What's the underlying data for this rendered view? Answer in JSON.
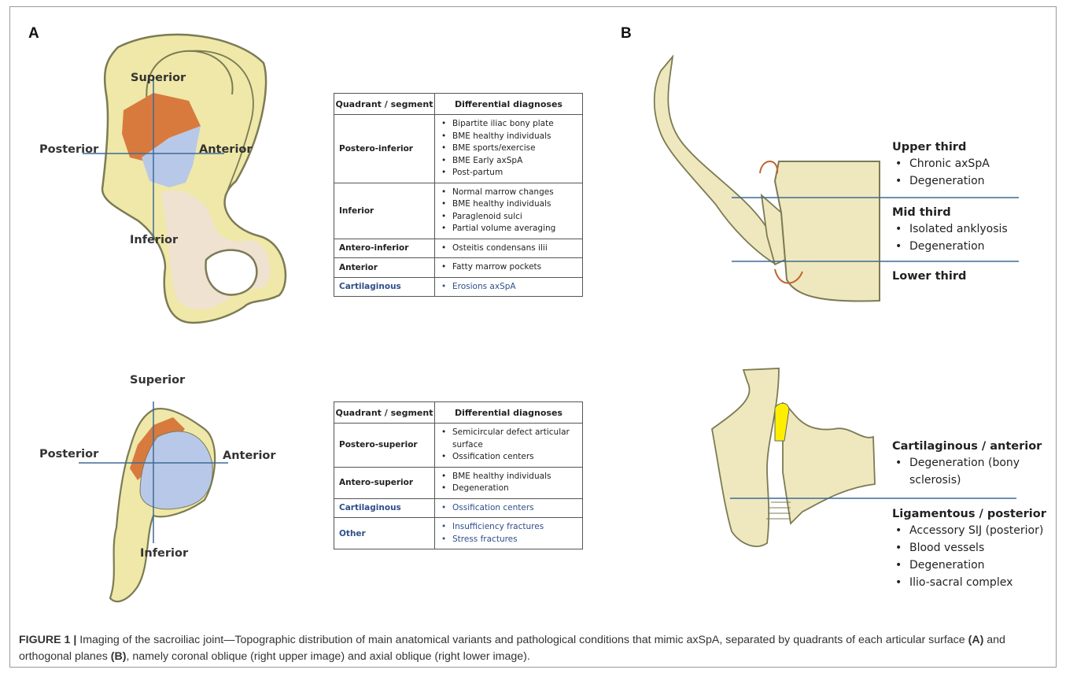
{
  "panels": {
    "a": "A",
    "b": "B"
  },
  "panel_a": {
    "top_diagram": {
      "labels": {
        "superior": "Superior",
        "posterior": "Posterior",
        "anterior": "Anterior",
        "inferior": "Inferior"
      },
      "colors": {
        "bone": "#efe8a8",
        "outline": "#7b7b55",
        "posterior_quadrant": "#d87a3e",
        "anterior_quadrant": "#b8c8e8",
        "axis_line": "#3d6a96"
      }
    },
    "top_table": {
      "headers": [
        "Quadrant / segment",
        "Differential diagnoses"
      ],
      "rows": [
        {
          "segment": "Postero-inferior",
          "items": [
            "Bipartite iliac bony plate",
            "BME healthy individuals",
            "BME sports/exercise",
            "BME Early axSpA",
            "Post-partum"
          ],
          "highlight": false
        },
        {
          "segment": "Inferior",
          "items": [
            "Normal marrow changes",
            "BME healthy individuals",
            "Paraglenoid sulci",
            "Partial volume averaging"
          ],
          "highlight": false
        },
        {
          "segment": "Antero-inferior",
          "items": [
            "Osteitis condensans ilii"
          ],
          "highlight": false
        },
        {
          "segment": "Anterior",
          "items": [
            "Fatty marrow pockets"
          ],
          "highlight": false
        },
        {
          "segment": "Cartilaginous",
          "items": [
            "Erosions axSpA"
          ],
          "highlight": true
        }
      ]
    },
    "bottom_diagram": {
      "labels": {
        "superior": "Superior",
        "posterior": "Posterior",
        "anterior": "Anterior",
        "inferior": "Inferior"
      }
    },
    "bottom_table": {
      "headers": [
        "Quadrant / segment",
        "Differential diagnoses"
      ],
      "rows": [
        {
          "segment": "Postero-superior",
          "items": [
            "Semicircular defect articular surface",
            "Ossification centers"
          ],
          "highlight": false
        },
        {
          "segment": "Antero-superior",
          "items": [
            "BME healthy individuals",
            "Degeneration"
          ],
          "highlight": false
        },
        {
          "segment": "Cartilaginous",
          "items": [
            "Ossification centers"
          ],
          "highlight": true
        },
        {
          "segment": "Other",
          "items": [
            "Insufficiency fractures",
            "Stress fractures"
          ],
          "highlight": true
        }
      ]
    }
  },
  "panel_b": {
    "coronal": [
      {
        "heading": "Upper third",
        "items": [
          "Chronic axSpA",
          "Degeneration"
        ]
      },
      {
        "heading": "Mid third",
        "items": [
          "Isolated anklyosis",
          "Degeneration"
        ]
      },
      {
        "heading": "Lower third",
        "items": []
      }
    ],
    "axial": [
      {
        "heading": "Cartilaginous / anterior",
        "items": [
          "Degeneration (bony sclerosis)"
        ]
      },
      {
        "heading": "Ligamentous / posterior",
        "items": [
          "Accessory SIJ (posterior)",
          "Blood vessels",
          "Degeneration",
          "Ilio-sacral complex"
        ]
      }
    ],
    "colors": {
      "bone": "#efe8be",
      "highlight": "#ffee00",
      "joint_capsule": "#c0652c"
    }
  },
  "caption": {
    "figure_label": "FIGURE 1 |",
    "text_1": " Imaging of the sacroiliac joint—Topographic distribution of main anatomical variants and pathological conditions that mimic axSpA, separated by quadrants of each articular surface ",
    "ref_a": "(A)",
    "text_2": " and orthogonal planes ",
    "ref_b": "(B)",
    "text_3": ", namely coronal oblique (right upper image) and axial oblique (right lower image)."
  }
}
